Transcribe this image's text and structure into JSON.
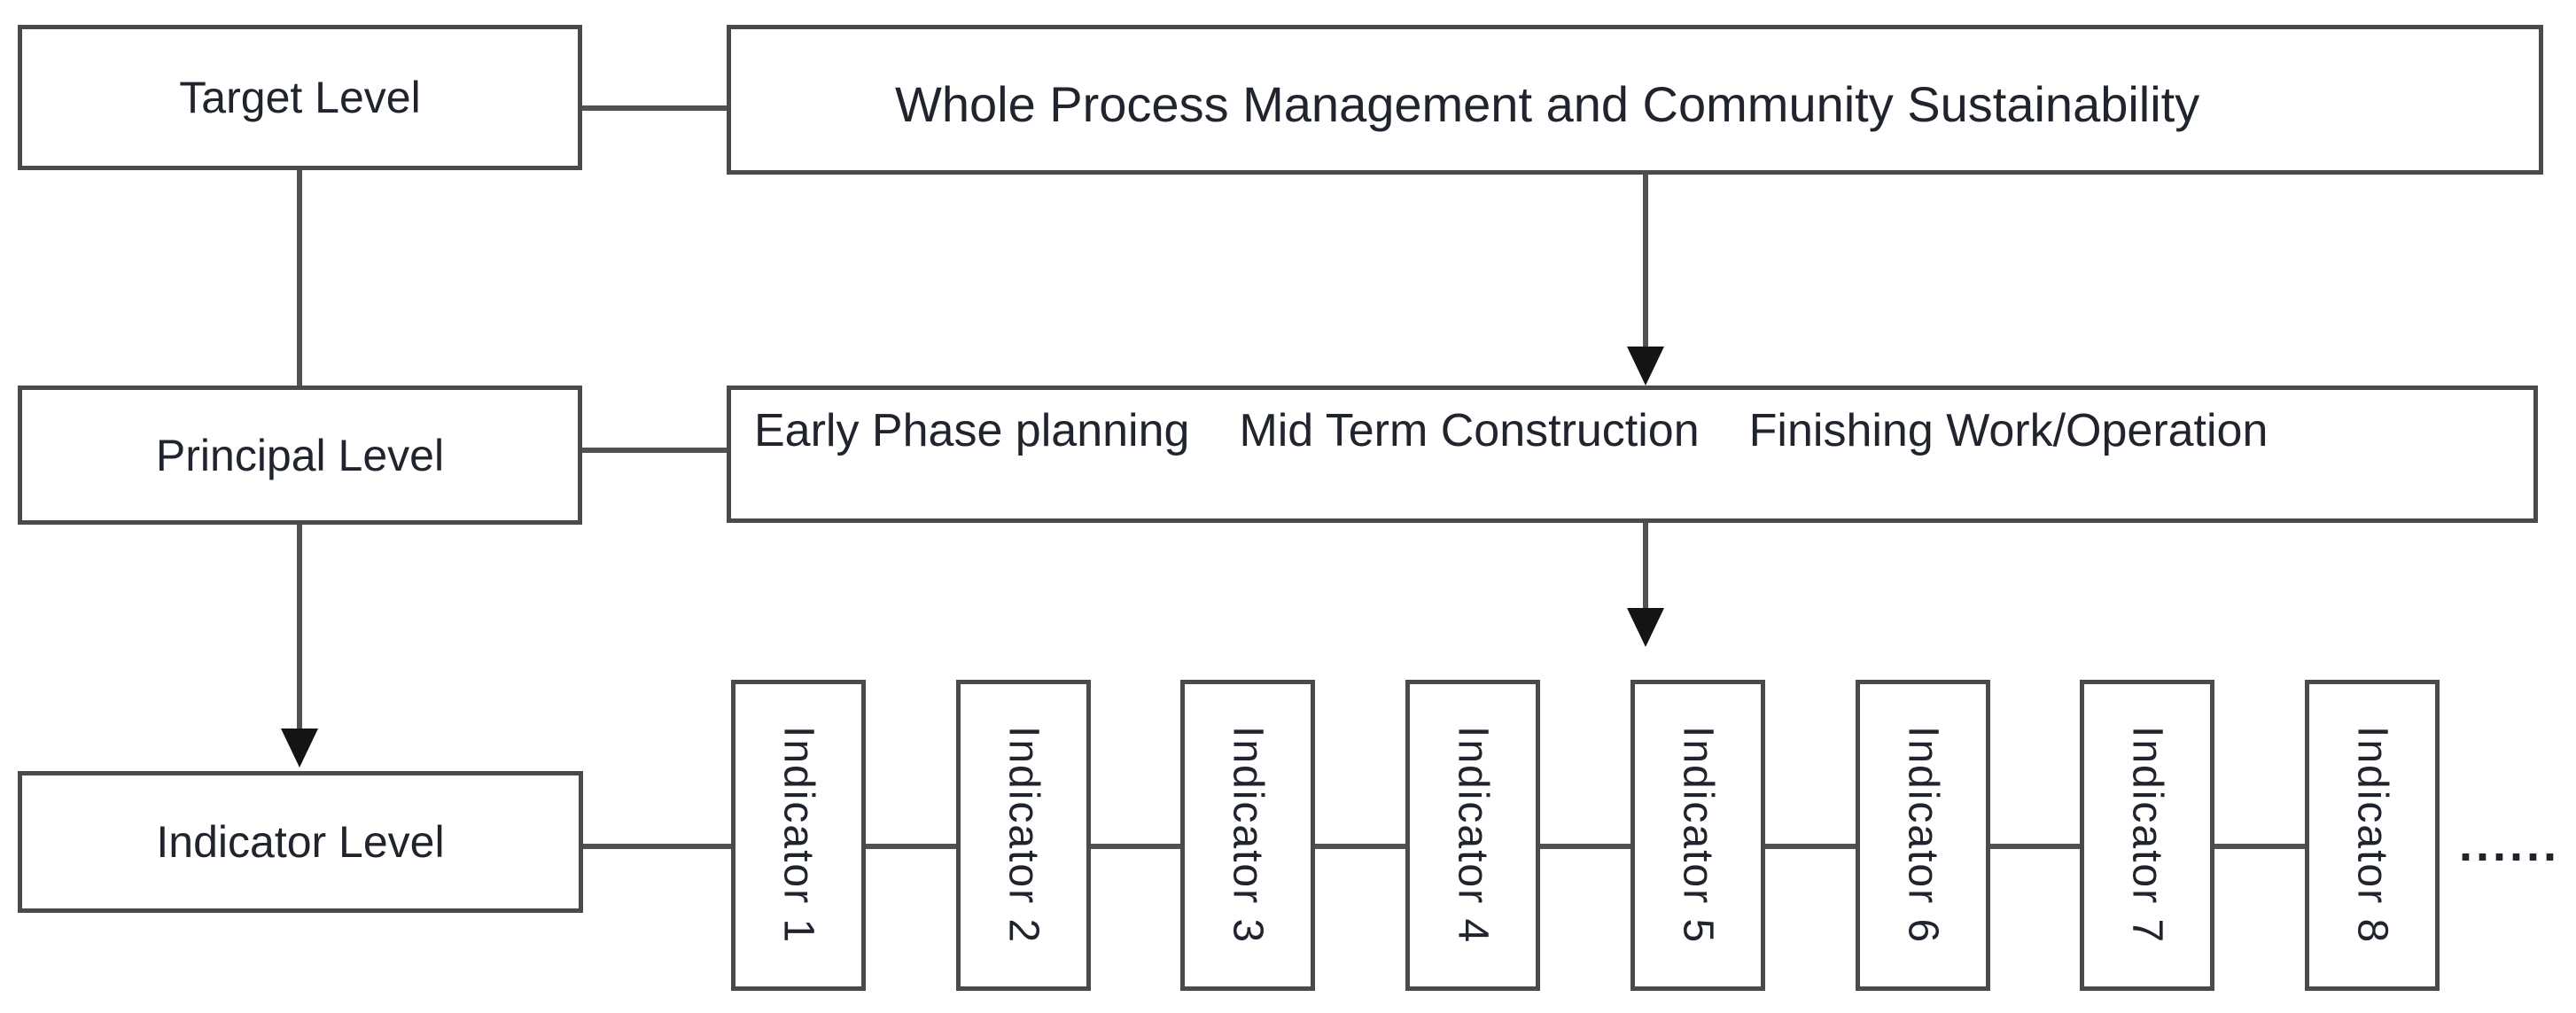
{
  "colors": {
    "background": "#ffffff",
    "border": "#4a4a4a",
    "line": "#515151",
    "arrow": "#141414",
    "text": "#20242c"
  },
  "levels": {
    "target": "Target Level",
    "principal": "Principal Level",
    "indicator": "Indicator Level"
  },
  "target_statement": "Whole Process Management and Community Sustainability",
  "phases": [
    "Early Phase planning",
    "Mid Term Construction",
    "Finishing Work/Operation"
  ],
  "indicators": [
    "Indicator 1",
    "Indicator 2",
    "Indicator 3",
    "Indicator 4",
    "Indicator 5",
    "Indicator 6",
    "Indicator 7",
    "Indicator 8"
  ],
  "ellipsis": "......"
}
